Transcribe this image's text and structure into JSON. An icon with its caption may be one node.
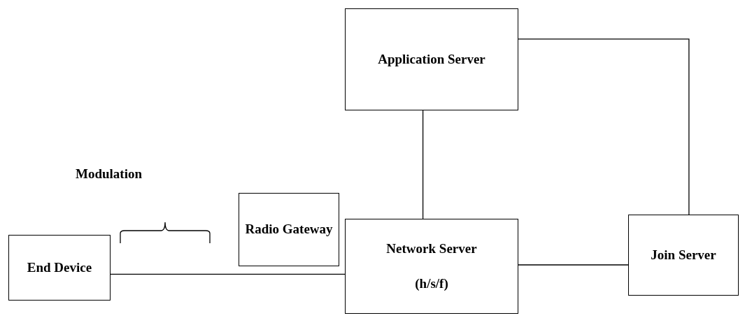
{
  "diagram": {
    "nodes": [
      {
        "text": [
          "Application Server"
        ]
      },
      {
        "text": [
          "Radio Gateway"
        ]
      },
      {
        "text": [
          "End Device"
        ]
      },
      {
        "text": [
          "Network Server",
          "(h/s/f)"
        ]
      },
      {
        "text": [
          "Join Server"
        ]
      }
    ],
    "edges": [
      {
        "from": 2,
        "to": 3,
        "arrow": "none"
      },
      {
        "from": 0,
        "to": 3,
        "arrow": "none"
      },
      {
        "from": 3,
        "to": 4,
        "arrow": "none"
      },
      {
        "from": 0,
        "to": 4,
        "arrow": "none"
      }
    ],
    "labels": [
      "Modulation"
    ]
  }
}
